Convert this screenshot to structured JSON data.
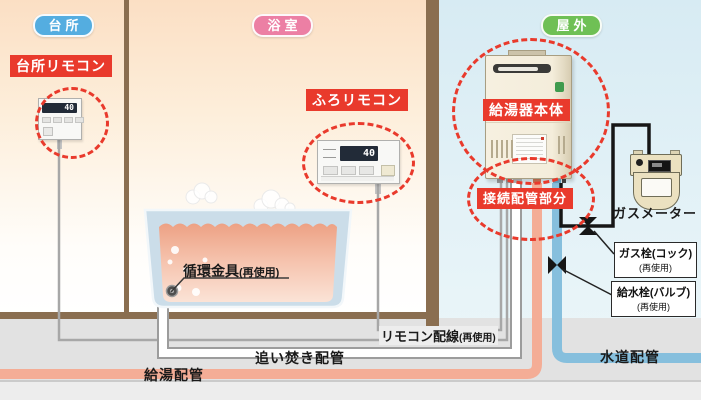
{
  "zones": {
    "kitchen": "台所",
    "bathroom": "浴室",
    "outdoor": "屋外"
  },
  "callouts": {
    "kitchen_remote": "台所リモコン",
    "bath_remote": "ふろリモコン",
    "heater_body": "給湯器本体",
    "connection_piping": "接続配管部分"
  },
  "equipment": {
    "gas_meter": "ガスメーター",
    "gas_cock_line1": "ガス栓(コック)",
    "gas_cock_line2": "(再使用)",
    "water_valve_line1": "給水栓(バルブ)",
    "water_valve_line2": "(再使用)",
    "circulation_main": "循環金具",
    "circulation_sub": "(再使用)"
  },
  "pipes": {
    "remote_wiring_main": "リモコン配線",
    "remote_wiring_sub": "(再使用)",
    "reheating": "追い焚き配管",
    "hot_water": "給湯配管",
    "water_supply": "水道配管"
  },
  "displays": {
    "kitchen_remote_temp": "40",
    "bath_remote_temp": "40"
  },
  "colors": {
    "highlight_red": "#e93a2c",
    "zone_kitchen_pill": "#54ade0",
    "zone_bathroom_pill": "#ec7fa4",
    "zone_outdoor_pill": "#6fc055",
    "hot_water_pipe": "#f4ad96",
    "water_supply_pipe": "#86bfdd",
    "gas_pipe": "#161616",
    "remote_wire": "#a7a7a7",
    "wall": "#8a6e50",
    "bath_water_top": "#eda184"
  }
}
